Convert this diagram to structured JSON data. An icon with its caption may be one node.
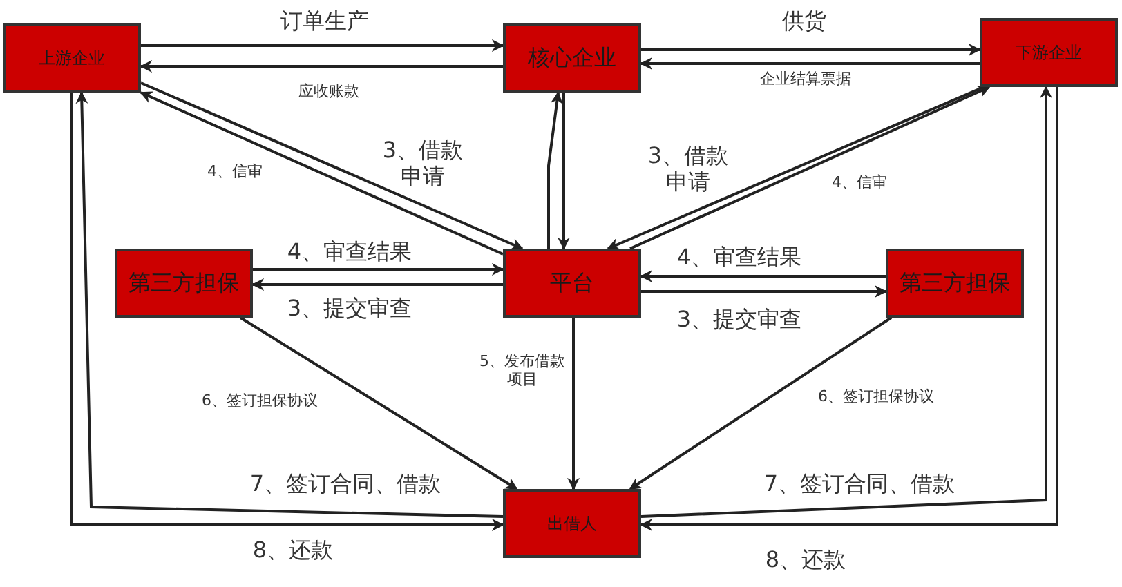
{
  "diagram": {
    "nodes": [
      {
        "text": [
          "上游企业"
        ]
      },
      {
        "text": [
          "核心企业"
        ]
      },
      {
        "text": [
          "下游企业"
        ]
      },
      {
        "text": [
          "第三方担保"
        ]
      },
      {
        "text": [
          "平台"
        ]
      },
      {
        "text": [
          "第三方担保"
        ]
      },
      {
        "text": [
          "出借人"
        ]
      }
    ],
    "edges": [
      {
        "from": 0,
        "to": 1,
        "arrow": "to",
        "label": "订单生产"
      },
      {
        "from": 1,
        "to": 0,
        "arrow": "to",
        "label": "应收账款"
      },
      {
        "from": 1,
        "to": 2,
        "arrow": "to",
        "label": "供货"
      },
      {
        "from": 2,
        "to": 1,
        "arrow": "to",
        "label": "企业结算票据"
      },
      {
        "from": 0,
        "to": 4,
        "arrow": "to",
        "label": "3、借款申请"
      },
      {
        "from": 4,
        "to": 0,
        "arrow": "to",
        "label": "4、信审"
      },
      {
        "from": 4,
        "to": 1,
        "arrow": "to"
      },
      {
        "from": 1,
        "to": 4,
        "arrow": "to"
      },
      {
        "from": 2,
        "to": 4,
        "arrow": "to",
        "label": "3、借款申请"
      },
      {
        "from": 4,
        "to": 2,
        "arrow": "to",
        "label": "4、信审"
      },
      {
        "from": 3,
        "to": 4,
        "arrow": "to",
        "label": "4、审查结果"
      },
      {
        "from": 4,
        "to": 3,
        "arrow": "to",
        "label": "3、提交审查"
      },
      {
        "from": 5,
        "to": 4,
        "arrow": "to",
        "label": "4、审查结果"
      },
      {
        "from": 4,
        "to": 5,
        "arrow": "to",
        "label": "3、提交审查"
      },
      {
        "from": 4,
        "to": 6,
        "arrow": "to",
        "label": "5、发布借款项目"
      },
      {
        "from": 3,
        "to": 6,
        "arrow": "to",
        "label": "6、签订担保协议"
      },
      {
        "from": 5,
        "to": 6,
        "arrow": "to",
        "label": "6、签订担保协议"
      },
      {
        "from": 6,
        "to": 0,
        "arrow": "to",
        "label": "7、签订合同、借款"
      },
      {
        "from": 0,
        "to": 6,
        "arrow": "to",
        "label": "8、还款"
      },
      {
        "from": 6,
        "to": 2,
        "arrow": "to",
        "label": "7、签订合同、借款"
      },
      {
        "from": 2,
        "to": 6,
        "arrow": "to",
        "label": "8、还款"
      }
    ]
  }
}
